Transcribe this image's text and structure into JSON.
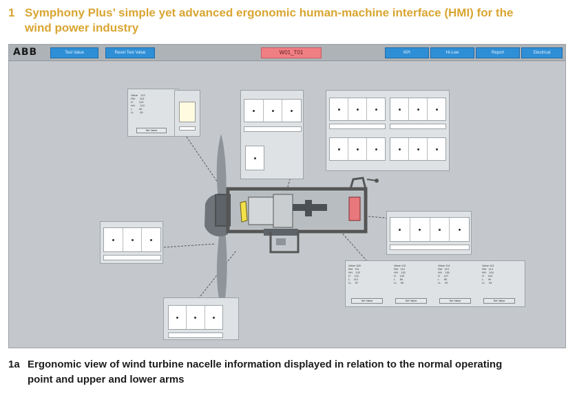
{
  "figure": {
    "number": "1",
    "title_line1": "Symphony Plus’ simple yet advanced ergonomic human-machine interface (HMI) for the",
    "title_line2": "wind power industry"
  },
  "hmi": {
    "logo": "ABB",
    "buttons_left": [
      "Test Value",
      "Reset Test Value"
    ],
    "title": "W01_T01",
    "buttons_right": [
      "KPI",
      "Hi-Low",
      "Report",
      "Electrical"
    ],
    "set_value_label": "Set Value"
  },
  "caption": {
    "number": "1a",
    "line1": "Ergonomic view of wind turbine nacelle information displayed in relation to the normal operating",
    "line2": "point and upper and lower arms"
  },
  "colors": {
    "accent_title": "#d9a531",
    "hmi_button": "#2f8fd6",
    "hmi_alarm": "#f07f84",
    "generator": "#e8787c",
    "gearbox_coupling": "#f2e04a"
  }
}
